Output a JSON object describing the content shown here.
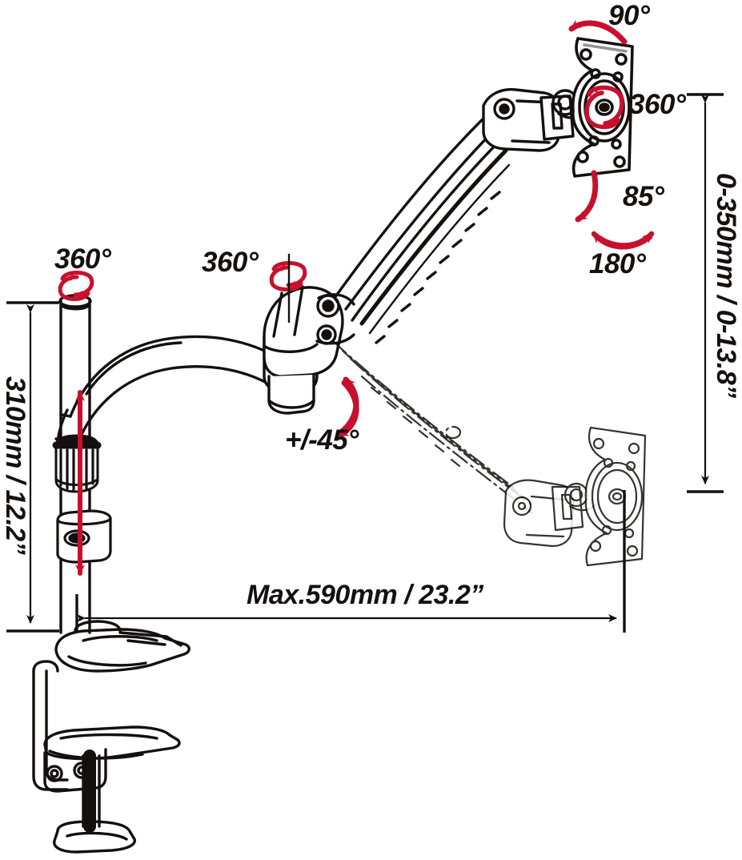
{
  "diagram": {
    "title": "Gas spring monitor arm desk mount dimension diagram",
    "product": "single-monitor-gas-spring-desk-mount",
    "line_color": "#15100f",
    "accent_color": "#c8102e",
    "background_color": "#ffffff"
  },
  "annotations": {
    "tilt_up": {
      "label": "90°",
      "icon": "curved-arrow-left-icon",
      "meaning": "screen-tilt-up"
    },
    "screen_rotation": {
      "label": "360°",
      "icon": "ellipse-rotation-icon",
      "meaning": "screen-rotation-portrait-landscape"
    },
    "tilt_down": {
      "label": "85°",
      "icon": "curved-arrow-down-icon",
      "meaning": "screen-tilt-down"
    },
    "swivel": {
      "label": "180°",
      "icon": "double-arc-arrow-icon",
      "meaning": "screen-swivel"
    },
    "pole_rotation": {
      "label": "360°",
      "icon": "ellipse-rotation-icon",
      "meaning": "pole-base-rotation"
    },
    "joint_rotation": {
      "label": "360°",
      "icon": "ellipse-rotation-icon",
      "meaning": "arm-joint-rotation"
    },
    "arm_tilt": {
      "label": "+/-45°",
      "icon": "double-curved-arrow-icon",
      "meaning": "arm-elevation-range"
    }
  },
  "dimensions": {
    "height_travel": {
      "label": "0-350mm / 0-13.8”",
      "orientation": "vertical",
      "side": "right",
      "meaning": "monitor-head-vertical-travel"
    },
    "pole_height": {
      "label": "310mm / 12.2”",
      "orientation": "vertical",
      "side": "left",
      "meaning": "pole-height-above-desk"
    },
    "max_reach": {
      "label": "Max.590mm / 23.2”",
      "orientation": "horizontal",
      "side": "bottom",
      "meaning": "maximum-horizontal-extension"
    }
  }
}
